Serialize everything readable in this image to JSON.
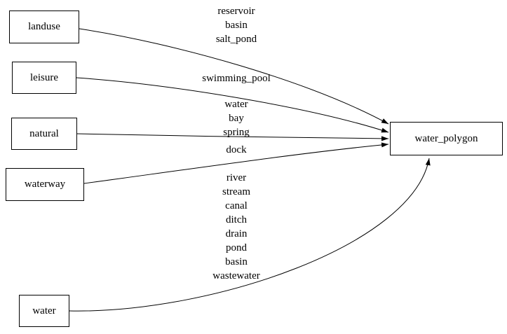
{
  "diagram": {
    "type": "graphviz-digraph",
    "background_color": "#ffffff",
    "stroke_color": "#000000",
    "nodes": {
      "landuse": {
        "label": "landuse"
      },
      "leisure": {
        "label": "leisure"
      },
      "natural": {
        "label": "natural"
      },
      "waterway": {
        "label": "waterway"
      },
      "water": {
        "label": "water"
      },
      "water_polygon": {
        "label": "water_polygon"
      }
    },
    "edges": [
      {
        "from": "landuse",
        "to": "water_polygon",
        "label": "reservoir\nbasin\nsalt_pond"
      },
      {
        "from": "leisure",
        "to": "water_polygon",
        "label": "swimming_pool"
      },
      {
        "from": "natural",
        "to": "water_polygon",
        "label": "water\nbay\nspring"
      },
      {
        "from": "waterway",
        "to": "water_polygon",
        "label": "dock"
      },
      {
        "from": "water",
        "to": "water_polygon",
        "label": "river\nstream\ncanal\nditch\ndrain\npond\nbasin\nwastewater"
      }
    ]
  }
}
